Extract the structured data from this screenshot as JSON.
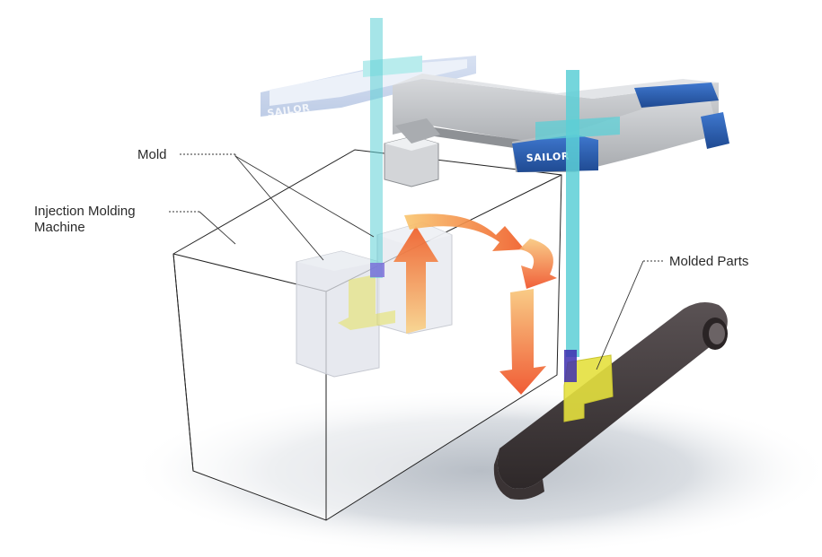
{
  "labels": {
    "mold": "Mold",
    "machine_line1": "Injection Molding",
    "machine_line2": "Machine",
    "molded_parts": "Molded Parts"
  },
  "robot": {
    "brand_back": "SAILOR",
    "brand_front": "SAILOR"
  },
  "colors": {
    "teal_arm": "#5ccfd6",
    "blue_beam": "#2f63b8",
    "gray_beam": "#b9bcc0",
    "arrow_start": "#f7c27a",
    "arrow_end": "#ef5a24",
    "part_yellow": "#e4e03e",
    "conveyor": "#4a4244"
  }
}
